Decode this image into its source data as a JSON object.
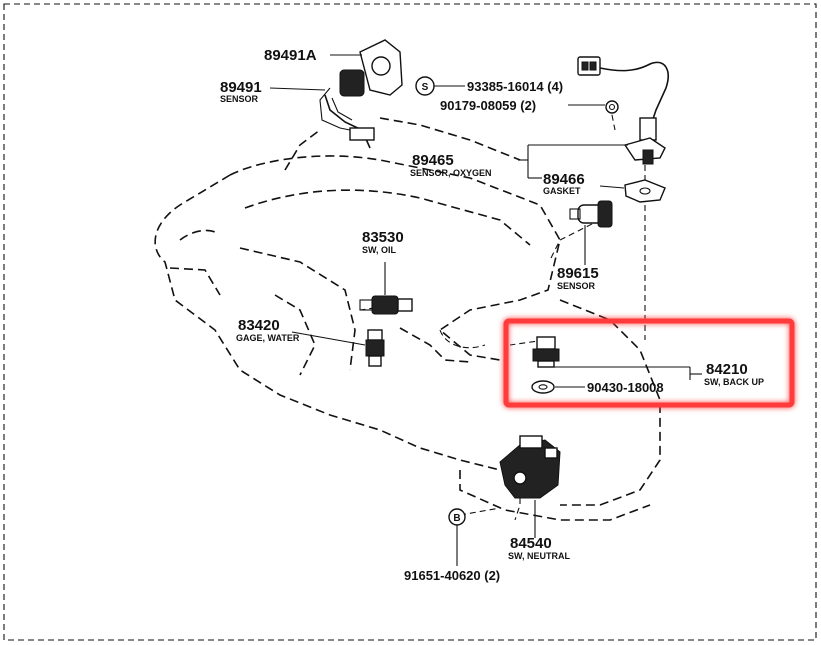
{
  "diagram": {
    "accent_color": "#ff3b3b",
    "highlight": {
      "target": "84210"
    },
    "parts": {
      "p89491A": {
        "number": "89491A"
      },
      "p89491": {
        "number": "89491",
        "desc": "SENSOR"
      },
      "p93385": {
        "number": "93385-16014 (4)",
        "symbol": "S"
      },
      "p90179": {
        "number": "90179-08059 (2)"
      },
      "p89465": {
        "number": "89465",
        "desc": "SENSOR, OXYGEN"
      },
      "p89466": {
        "number": "89466",
        "desc": "GASKET"
      },
      "p83530": {
        "number": "83530",
        "desc": "SW, OIL"
      },
      "p89615": {
        "number": "89615",
        "desc": "SENSOR"
      },
      "p83420": {
        "number": "83420",
        "desc": "GAGE, WATER"
      },
      "p84210": {
        "number": "84210",
        "desc": "SW, BACK UP"
      },
      "p90430": {
        "number": "90430-18008"
      },
      "p84540": {
        "number": "84540",
        "desc": "SW, NEUTRAL"
      },
      "p91651": {
        "number": "91651-40620 (2)",
        "symbol": "B"
      }
    }
  }
}
